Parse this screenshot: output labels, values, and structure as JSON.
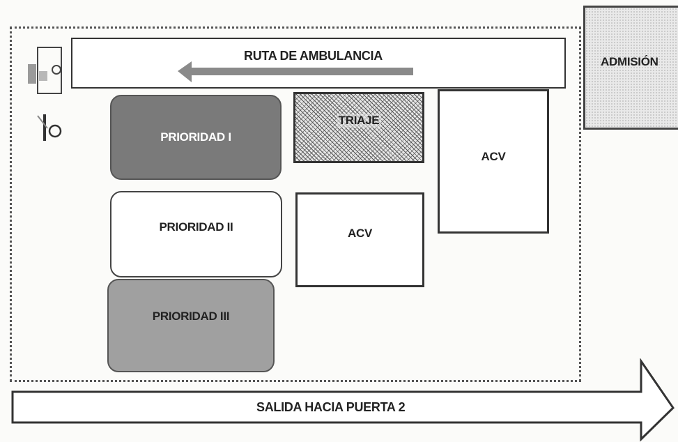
{
  "zone": {
    "ambulance_route": "RUTA DE AMBULANCIA",
    "priority_1": "PRIORIDAD I",
    "priority_2": "PRIORIDAD II",
    "priority_3": "PRIORIDAD III",
    "triage": "TRIAJE",
    "acv_top": "ACV",
    "acv_mid": "ACV"
  },
  "admission": "ADMISIÓN",
  "exit": "SALIDA HACIA PUERTA 2",
  "colors": {
    "priority_1_fill": "#7a7a7a",
    "priority_2_fill": "#ffffff",
    "priority_3_fill": "#a0a0a0",
    "route_arrow": "#8a8a8a"
  }
}
